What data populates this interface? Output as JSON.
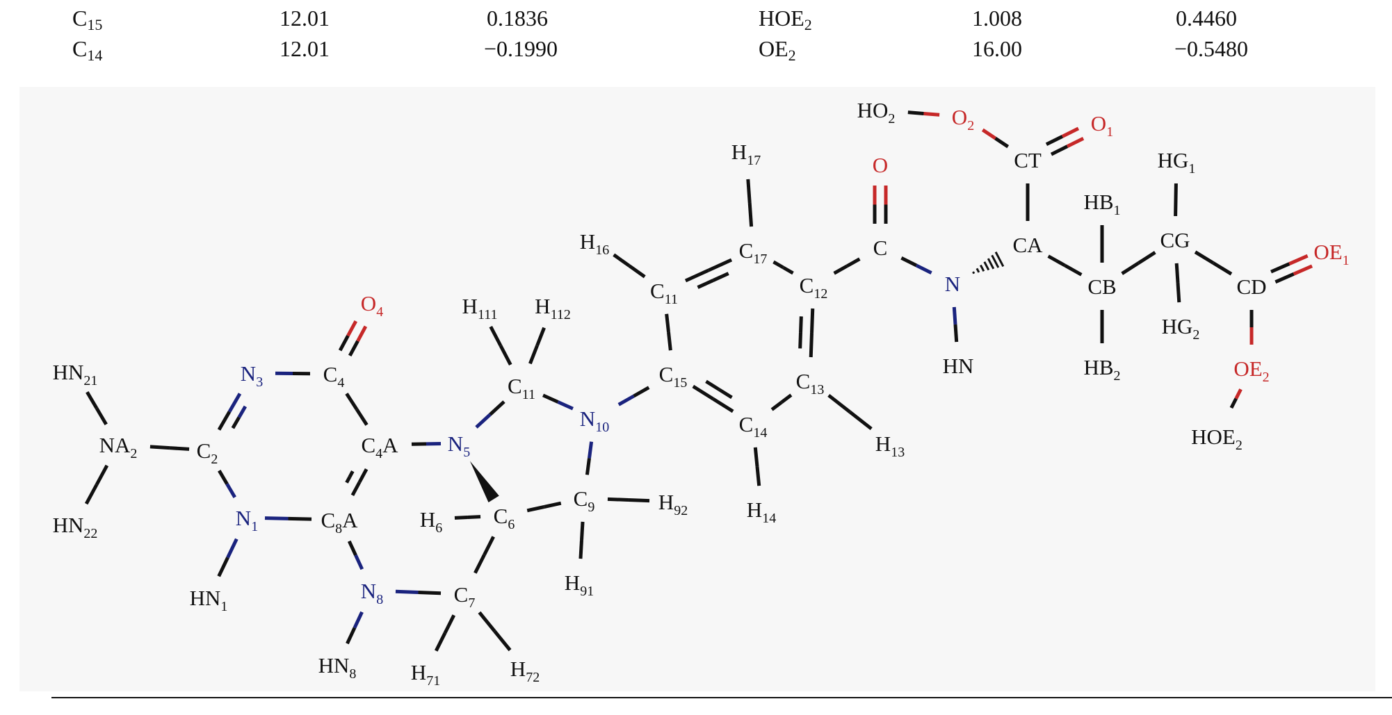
{
  "table_rows": [
    {
      "a_base": "C",
      "a_sub": "15",
      "a_mass": "12.01",
      "a_charge": "0.1836",
      "b_base": "HOE",
      "b_sub": "2",
      "b_mass": "1.008",
      "b_charge": "0.4460"
    },
    {
      "a_base": "C",
      "a_sub": "14",
      "a_mass": "12.01",
      "a_charge": "−0.1990",
      "b_base": "OE",
      "b_sub": "2",
      "b_mass": "16.00",
      "b_charge": "−0.5480"
    }
  ],
  "colors": {
    "carbon_bond": "#000000",
    "nitrogen": "#1a237e",
    "oxygen": "#c62828",
    "background": "#f7f7f7"
  },
  "atom_labels": [
    {
      "id": "HN21",
      "base": "HN",
      "sub": "21"
    },
    {
      "id": "NA2",
      "base": "NA",
      "sub": "2"
    },
    {
      "id": "HN22",
      "base": "HN",
      "sub": "22"
    },
    {
      "id": "N3",
      "base": "N",
      "sub": "3"
    },
    {
      "id": "C2",
      "base": "C",
      "sub": "2"
    },
    {
      "id": "N1",
      "base": "N",
      "sub": "1"
    },
    {
      "id": "HN1",
      "base": "HN",
      "sub": "1"
    },
    {
      "id": "O4",
      "base": "O",
      "sub": "4"
    },
    {
      "id": "C4",
      "base": "C",
      "sub": "4"
    },
    {
      "id": "C4A",
      "base": "C",
      "sub": "4",
      "tail": "A"
    },
    {
      "id": "C8A",
      "base": "C",
      "sub": "8",
      "tail": "A"
    },
    {
      "id": "N8",
      "base": "N",
      "sub": "8"
    },
    {
      "id": "HN8",
      "base": "HN",
      "sub": "8"
    },
    {
      "id": "N5",
      "base": "N",
      "sub": "5"
    },
    {
      "id": "H111",
      "base": "H",
      "sub": "111"
    },
    {
      "id": "H112",
      "base": "H",
      "sub": "112"
    },
    {
      "id": "C11a",
      "base": "C",
      "sub": "11"
    },
    {
      "id": "N10",
      "base": "N",
      "sub": "10"
    },
    {
      "id": "H6",
      "base": "H",
      "sub": "6"
    },
    {
      "id": "C6",
      "base": "C",
      "sub": "6"
    },
    {
      "id": "C9",
      "base": "C",
      "sub": "9"
    },
    {
      "id": "H92",
      "base": "H",
      "sub": "92"
    },
    {
      "id": "H91",
      "base": "H",
      "sub": "91"
    },
    {
      "id": "C7",
      "base": "C",
      "sub": "7"
    },
    {
      "id": "H71",
      "base": "H",
      "sub": "71"
    },
    {
      "id": "H72",
      "base": "H",
      "sub": "72"
    },
    {
      "id": "H16",
      "base": "H",
      "sub": "16"
    },
    {
      "id": "C11b",
      "base": "C",
      "sub": "11"
    },
    {
      "id": "C15",
      "base": "C",
      "sub": "15"
    },
    {
      "id": "C14",
      "base": "C",
      "sub": "14"
    },
    {
      "id": "H14",
      "base": "H",
      "sub": "14"
    },
    {
      "id": "C13",
      "base": "C",
      "sub": "13"
    },
    {
      "id": "H13",
      "base": "H",
      "sub": "13"
    },
    {
      "id": "C12",
      "base": "C",
      "sub": "12"
    },
    {
      "id": "C17",
      "base": "C",
      "sub": "17"
    },
    {
      "id": "H17",
      "base": "H",
      "sub": "17"
    },
    {
      "id": "C",
      "base": "C"
    },
    {
      "id": "O",
      "base": "O"
    },
    {
      "id": "N",
      "base": "N"
    },
    {
      "id": "HN",
      "base": "HN"
    },
    {
      "id": "CA",
      "base": "CA"
    },
    {
      "id": "CT",
      "base": "CT"
    },
    {
      "id": "O1",
      "base": "O",
      "sub": "1"
    },
    {
      "id": "O2",
      "base": "O",
      "sub": "2"
    },
    {
      "id": "HO2",
      "base": "HO",
      "sub": "2"
    },
    {
      "id": "CB",
      "base": "CB"
    },
    {
      "id": "HB1",
      "base": "HB",
      "sub": "1"
    },
    {
      "id": "HB2",
      "base": "HB",
      "sub": "2"
    },
    {
      "id": "CG",
      "base": "CG"
    },
    {
      "id": "HG1",
      "base": "HG",
      "sub": "1"
    },
    {
      "id": "HG2",
      "base": "HG",
      "sub": "2"
    },
    {
      "id": "CD",
      "base": "CD"
    },
    {
      "id": "OE1",
      "base": "OE",
      "sub": "1"
    },
    {
      "id": "OE2",
      "base": "OE",
      "sub": "2"
    },
    {
      "id": "HOE2",
      "base": "HOE",
      "sub": "2"
    }
  ]
}
